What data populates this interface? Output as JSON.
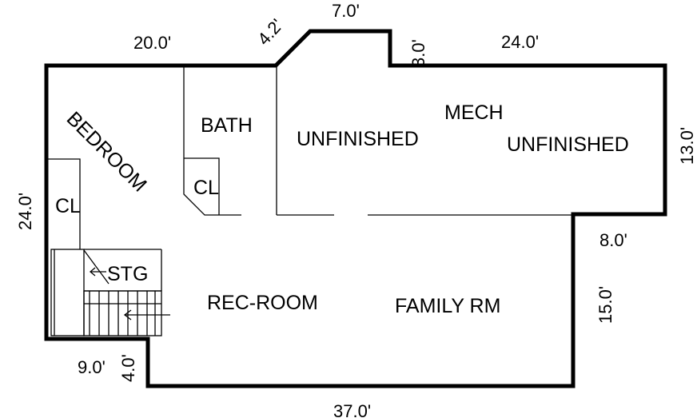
{
  "colors": {
    "wall": "#000000",
    "background": "#ffffff"
  },
  "dimensions": {
    "top_left": "20.0'",
    "angled": "4.2'",
    "top_middle": "7.0'",
    "step": "3.0'",
    "top_right": "24.0'",
    "right_upper": "13.0'",
    "notch": "8.0'",
    "right_lower": "15.0'",
    "bottom": "37.0'",
    "left": "24.0'",
    "bottom_left": "9.0'",
    "bottom_step": "4.0'"
  },
  "rooms": {
    "bedroom": "BEDROOM",
    "bath": "BATH",
    "closet_bath": "CL",
    "closet_bedroom": "CL",
    "unfinished_left": "UNFINISHED",
    "mech": "MECH",
    "unfinished_right": "UNFINISHED",
    "storage": "STG",
    "rec_room": "REC-ROOM",
    "family_room": "FAMILY RM"
  }
}
